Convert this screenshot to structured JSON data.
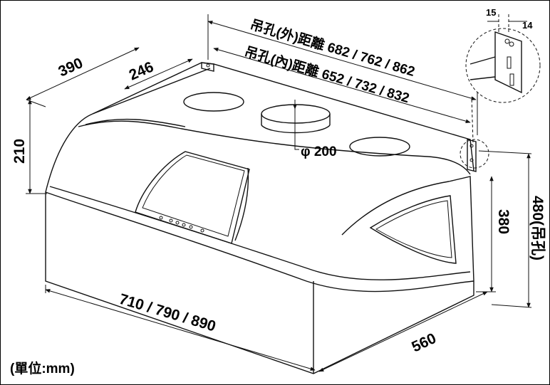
{
  "dimensions": {
    "outer_hole_label": "吊孔(外)距離 682 / 762 / 862",
    "inner_hole_label": "吊孔(內)距離 652 / 732 / 832",
    "depth_total": "390",
    "depth_hole": "246",
    "height_front": "210",
    "width": "710 / 790 / 890",
    "depth_bottom": "560",
    "height_side": "380",
    "height_hang": "480(吊孔)",
    "duct_diameter": "φ 200",
    "bracket_a": "15",
    "bracket_b": "14"
  },
  "unit_label": "(單位:mm)"
}
